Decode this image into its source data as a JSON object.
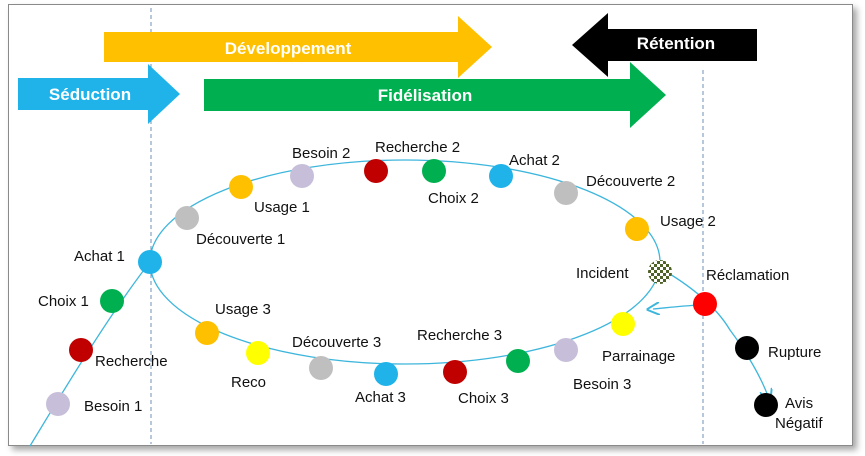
{
  "phases": {
    "seduction": {
      "label": "Séduction",
      "color": "#1fb3ea"
    },
    "developpement": {
      "label": "Développement",
      "color": "#ffc000"
    },
    "fidelisation": {
      "label": "Fidélisation",
      "color": "#00b050"
    },
    "retention": {
      "label": "Rétention",
      "color": "#000000"
    }
  },
  "colors": {
    "purple": "#c7bed9",
    "darkred": "#c00000",
    "green": "#00b050",
    "blue": "#1fb3ea",
    "gray": "#bfbfbf",
    "orange": "#ffc000",
    "yellow": "#ffff00",
    "red": "#ff0000",
    "black": "#000000",
    "path": "#3eb6dc"
  },
  "nodes": [
    {
      "label": "Besoin 1",
      "color": "purple"
    },
    {
      "label": "Recherche",
      "color": "darkred"
    },
    {
      "label": "Choix 1",
      "color": "green"
    },
    {
      "label": "Achat 1",
      "color": "blue"
    },
    {
      "label": "Découverte 1",
      "color": "gray"
    },
    {
      "label": "Usage 1",
      "color": "orange"
    },
    {
      "label": "Besoin 2",
      "color": "purple"
    },
    {
      "label": "Recherche 2",
      "color": "darkred"
    },
    {
      "label": "Choix 2",
      "color": "green"
    },
    {
      "label": "Achat 2",
      "color": "blue"
    },
    {
      "label": "Découverte 2",
      "color": "gray"
    },
    {
      "label": "Usage 2",
      "color": "orange"
    },
    {
      "label": "Incident",
      "color": "checker"
    },
    {
      "label": "Réclamation",
      "color": "red"
    },
    {
      "label": "Rupture",
      "color": "black"
    },
    {
      "label": "Avis",
      "label2": "Négatif",
      "color": "black"
    },
    {
      "label": "Parrainage",
      "color": "yellow"
    },
    {
      "label": "Besoin 3",
      "color": "purple"
    },
    {
      "label": "Choix 3",
      "color": "green"
    },
    {
      "label": "Recherche 3",
      "color": "darkred"
    },
    {
      "label": "Achat 3",
      "color": "blue"
    },
    {
      "label": "Découverte 3",
      "color": "gray"
    },
    {
      "label": "Reco",
      "color": "yellow"
    },
    {
      "label": "Usage 3",
      "color": "orange"
    }
  ]
}
